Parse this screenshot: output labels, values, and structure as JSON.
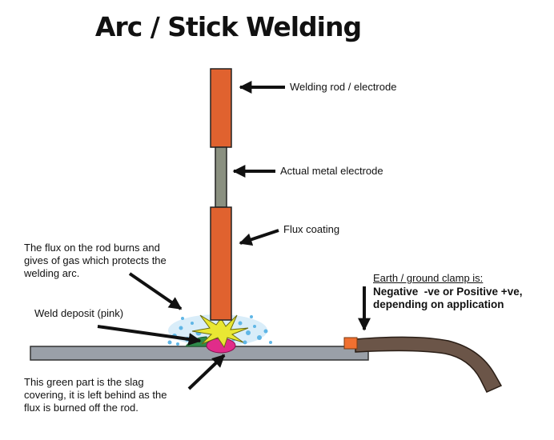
{
  "title": "Arc / Stick Welding",
  "labels": {
    "rod": "Welding rod / electrode",
    "metal": "Actual metal electrode",
    "flux": "Flux coating",
    "flux_burn": [
      "The flux on the rod burns and",
      "gives of gas which protects the",
      "welding arc."
    ],
    "deposit": "Weld deposit (pink)",
    "slag": [
      "This green part is the slag",
      "covering, it is left behind as the",
      "flux is burned off the rod."
    ],
    "clamp_heading": "Earth / ground clamp is:",
    "clamp_detail": [
      "Negative  -ve or Positive +ve,",
      "depending on application"
    ]
  },
  "colors": {
    "flux_coating": "#e0622f",
    "metal_core": "#8a9080",
    "workpiece": "#9aa0a8",
    "cable": "#6b5548",
    "clamp": "#f07030",
    "spatter": "#5fb6e6",
    "spark": "#e9e733",
    "deposit": "#e12c8a",
    "slag": "#2f8a4a"
  }
}
